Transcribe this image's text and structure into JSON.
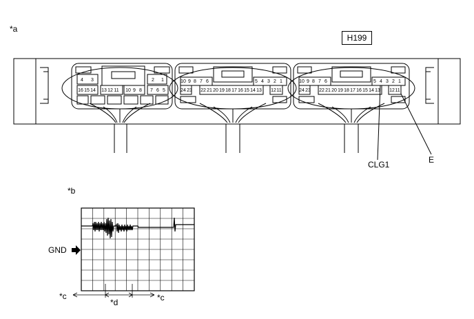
{
  "labels": {
    "a": "*a",
    "b": "*b",
    "c_left": "*c",
    "d": "*d",
    "c_right": "*c",
    "connector": "H199",
    "clg1": "CLG1",
    "e": "E",
    "gnd": "GND"
  },
  "connector_left": {
    "top_pins": [
      "4",
      "3",
      "2",
      "1"
    ],
    "bottom_pins": [
      "16",
      "15",
      "14",
      "13",
      "12",
      "11",
      "10",
      "9",
      "8",
      "7",
      "6",
      "5"
    ]
  },
  "connector_middle": {
    "top_pins_left": [
      "10",
      "9",
      "8",
      "7",
      "6"
    ],
    "top_pins_right": [
      "5",
      "4",
      "3",
      "2",
      "1"
    ],
    "bottom_pins_left": [
      "24",
      "23"
    ],
    "bottom_pins_mid": [
      "22",
      "21",
      "20",
      "19",
      "18",
      "17",
      "16",
      "15",
      "14",
      "13"
    ],
    "bottom_pins_right": [
      "12",
      "11"
    ]
  },
  "connector_right": {
    "top_pins_left": [
      "10",
      "9",
      "8",
      "7",
      "6"
    ],
    "top_pins_right": [
      "5",
      "4",
      "3",
      "2",
      "1"
    ],
    "bottom_pins_left": [
      "24",
      "23"
    ],
    "bottom_pins_mid": [
      "22",
      "21",
      "20",
      "19",
      "18",
      "17",
      "16",
      "15",
      "14",
      "13"
    ],
    "bottom_pins_right": [
      "12",
      "11"
    ]
  },
  "colors": {
    "line": "#000000",
    "background": "#ffffff"
  }
}
